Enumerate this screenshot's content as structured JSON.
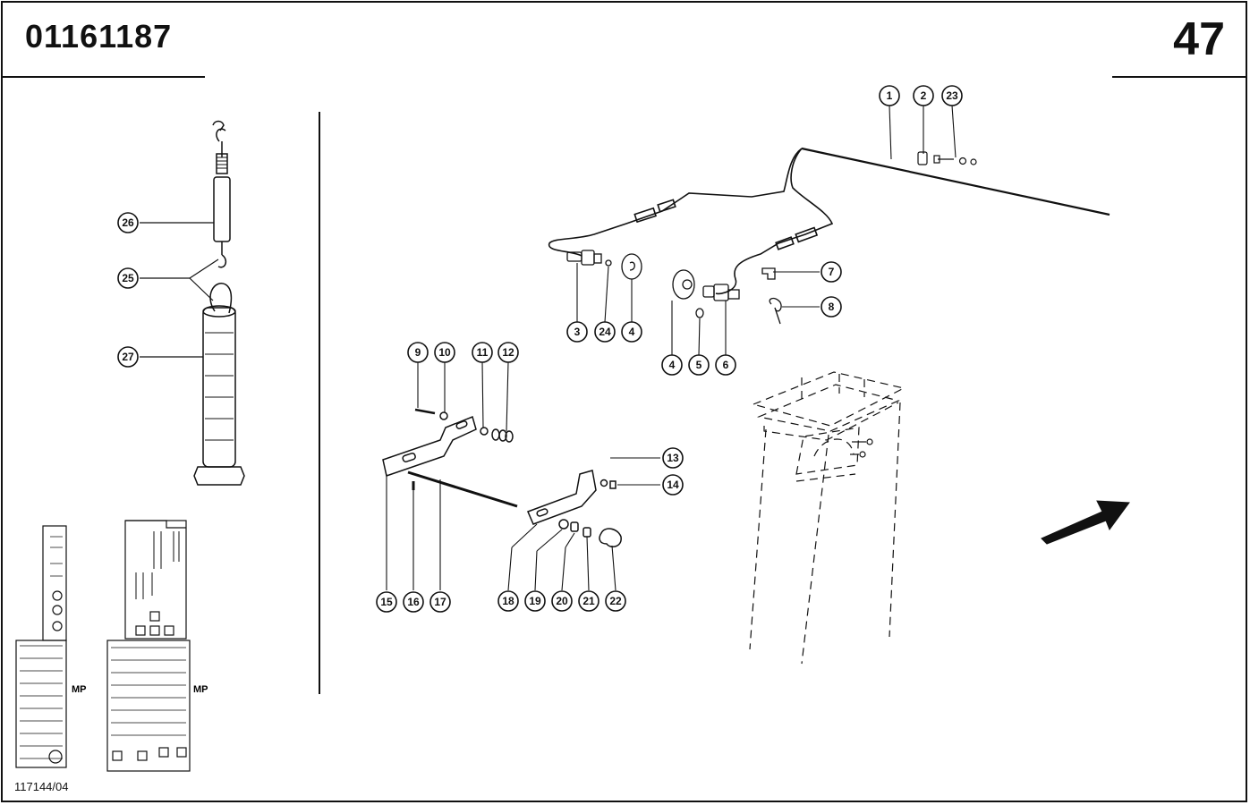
{
  "header": {
    "part_number": "01161187",
    "page_number": "47"
  },
  "footer": {
    "drawing_ref": "117144/04"
  },
  "thumbnails": {
    "left_label": "MP",
    "right_label": "MP"
  },
  "callouts": {
    "c1": "1",
    "c2": "2",
    "c3": "3",
    "c4a": "4",
    "c4b": "4",
    "c5": "5",
    "c6": "6",
    "c7": "7",
    "c8": "8",
    "c9": "9",
    "c10": "10",
    "c11": "11",
    "c12": "12",
    "c13": "13",
    "c14": "14",
    "c15": "15",
    "c16": "16",
    "c17": "17",
    "c18": "18",
    "c19": "19",
    "c20": "20",
    "c21": "21",
    "c22": "22",
    "c23": "23",
    "c24": "24",
    "c25": "25",
    "c26": "26",
    "c27": "27"
  }
}
